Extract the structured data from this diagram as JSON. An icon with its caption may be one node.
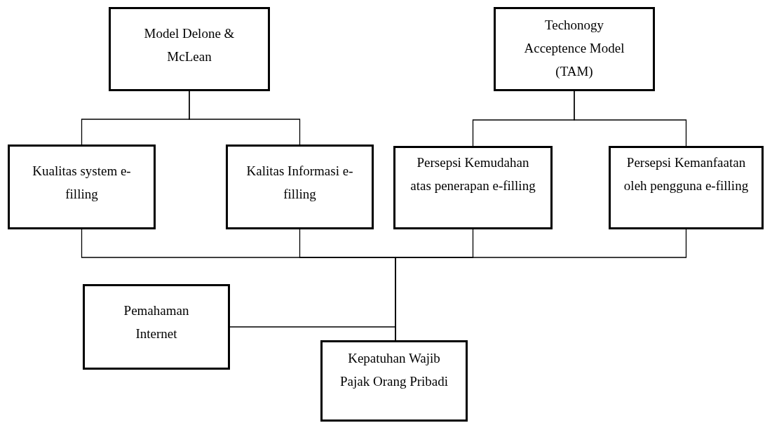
{
  "diagram": {
    "nodes": [
      {
        "text": [
          "Model Delone & McLean"
        ]
      },
      {
        "text": [
          "Techonogy Acceptence Model (TAM)"
        ]
      },
      {
        "text": [
          "Kualitas system e-filling"
        ]
      },
      {
        "text": [
          "Kalitas Informasi e-filling"
        ]
      },
      {
        "text": [
          "Persepsi Kemudahan atas penerapan e-filling"
        ]
      },
      {
        "text": [
          "Persepsi Kemanfaatan oleh pengguna e-filling"
        ]
      },
      {
        "text": [
          "Pemahaman Internet"
        ]
      },
      {
        "text": [
          "Kepatuhan Wajib Pajak Orang Pribadi"
        ]
      }
    ],
    "edges": [
      {
        "from": 0,
        "to": 2,
        "arrow": "none"
      },
      {
        "from": 0,
        "to": 3,
        "arrow": "none"
      },
      {
        "from": 1,
        "to": 4,
        "arrow": "none"
      },
      {
        "from": 1,
        "to": 5,
        "arrow": "none"
      },
      {
        "from": 2,
        "to": 7,
        "arrow": "none"
      },
      {
        "from": 3,
        "to": 7,
        "arrow": "none"
      },
      {
        "from": 4,
        "to": 7,
        "arrow": "none"
      },
      {
        "from": 5,
        "to": 7,
        "arrow": "none"
      },
      {
        "from": 6,
        "to": 7,
        "arrow": "none"
      }
    ]
  }
}
